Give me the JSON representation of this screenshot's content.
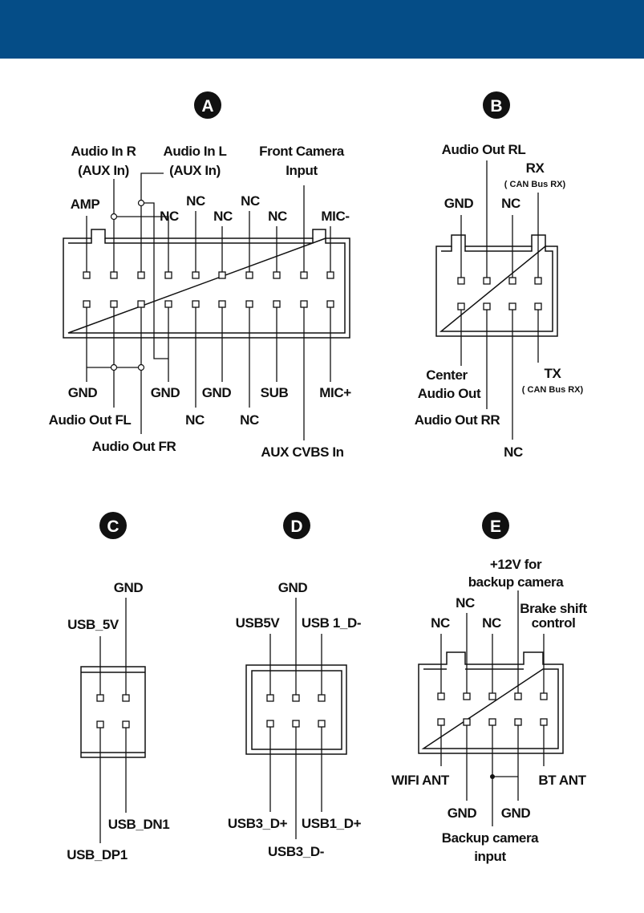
{
  "connectors": {
    "A": {
      "badge": "A",
      "labels": {
        "audio_in_r_1": "Audio In R",
        "audio_in_r_2": "(AUX In)",
        "audio_in_l_1": "Audio In L",
        "audio_in_l_2": "(AUX In)",
        "front_cam_1": "Front Camera",
        "front_cam_2": "Input",
        "amp": "AMP",
        "nc_top_1": "NC",
        "nc_top_2": "NC",
        "nc_top_3": "NC",
        "nc_top_4": "NC",
        "nc_top_5": "NC",
        "mic_minus": "MIC-",
        "gnd_1": "GND",
        "audio_out_fl": "Audio Out FL",
        "audio_out_fr": "Audio Out FR",
        "gnd_2": "GND",
        "nc_bot_1": "NC",
        "gnd_3": "GND",
        "nc_bot_2": "NC",
        "sub": "SUB",
        "aux_cvbs_in": "AUX CVBS In",
        "mic_plus": "MIC+"
      }
    },
    "B": {
      "badge": "B",
      "labels": {
        "audio_out_rl": "Audio Out RL",
        "rx": "RX",
        "rx_note": "( CAN Bus RX)",
        "gnd": "GND",
        "nc_top": "NC",
        "center_1": "Center",
        "center_2": "Audio Out",
        "audio_out_rr": "Audio Out RR",
        "nc_bot": "NC",
        "tx": "TX",
        "tx_note": "( CAN Bus RX)"
      }
    },
    "C": {
      "badge": "C",
      "labels": {
        "gnd": "GND",
        "usb_5v": "USB_5V",
        "usb_dn1": "USB_DN1",
        "usb_dp1": "USB_DP1"
      }
    },
    "D": {
      "badge": "D",
      "labels": {
        "gnd": "GND",
        "usb5v": "USB5V",
        "usb1_dm": "USB 1_D-",
        "usb3_dp": "USB3_D+",
        "usb1_dp": "USB1_D+",
        "usb3_dm": "USB3_D-"
      }
    },
    "E": {
      "badge": "E",
      "labels": {
        "plus12_1": "+12V for",
        "plus12_2": "backup camera",
        "nc_a": "NC",
        "nc_b": "NC",
        "nc_c": "NC",
        "brake_1": "Brake shift",
        "brake_2": "control",
        "wifi_ant": "WIFI ANT",
        "bt_ant": "BT ANT",
        "gnd_1": "GND",
        "gnd_2": "GND",
        "backup_1": "Backup camera",
        "backup_2": "input"
      }
    }
  },
  "colors": {
    "banner": "#054d87",
    "ink": "#111111"
  }
}
